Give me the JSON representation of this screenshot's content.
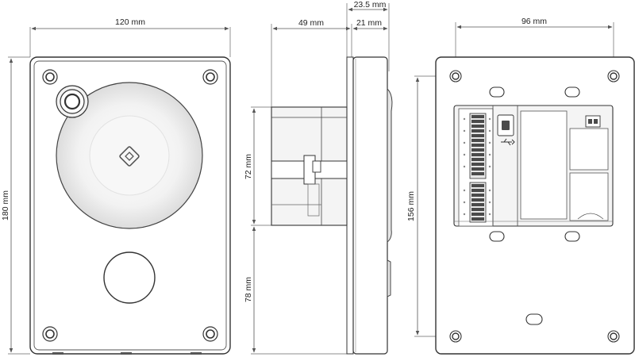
{
  "dimensions": {
    "front_width": "120 mm",
    "front_height": "180 mm",
    "side_depth_overall": "23.5 mm",
    "side_depth_module": "49 mm",
    "side_depth_panel": "21 mm",
    "side_module_height": "72 mm",
    "side_lower_height": "78 mm",
    "back_hole_spacing_h": "96 mm",
    "back_hole_spacing_v": "156 mm"
  },
  "colors": {
    "line": "#333333",
    "dim_line": "#555555",
    "panel_fill": "#ffffff",
    "shade": "#e6e6e6",
    "module_fill": "#f4f4f4",
    "terminal": "#4a4a4a"
  }
}
